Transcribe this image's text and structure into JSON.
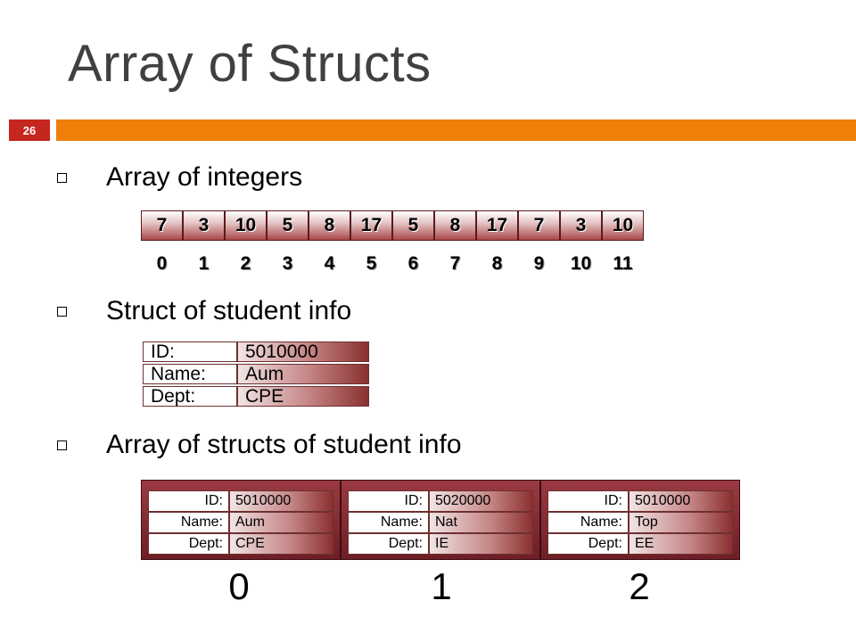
{
  "title": "Array of Structs",
  "slide_number": "26",
  "bullets": [
    "Array of integers",
    "Struct of student info",
    "Array of structs of student info"
  ],
  "int_array": {
    "values": [
      "7",
      "3",
      "10",
      "5",
      "8",
      "17",
      "5",
      "8",
      "17",
      "7",
      "3",
      "10"
    ],
    "indices": [
      "0",
      "1",
      "2",
      "3",
      "4",
      "5",
      "6",
      "7",
      "8",
      "9",
      "10",
      "11"
    ]
  },
  "struct": {
    "labels": [
      "ID:",
      "Name:",
      "Dept:"
    ],
    "values": [
      "5010000",
      "Aum",
      "CPE"
    ]
  },
  "struct_array": {
    "labels": [
      "ID:",
      "Name:",
      "Dept:"
    ],
    "items": [
      {
        "values": [
          "5010000",
          "Aum",
          "CPE"
        ],
        "index": "0"
      },
      {
        "values": [
          "5020000",
          "Nat",
          "IE"
        ],
        "index": "1"
      },
      {
        "values": [
          "5010000",
          "Top",
          "EE"
        ],
        "index": "2"
      }
    ]
  },
  "colors": {
    "accent_orange": "#f07f09",
    "slide_number_red": "#c5261f",
    "struct_maroon": "#7a2430"
  }
}
